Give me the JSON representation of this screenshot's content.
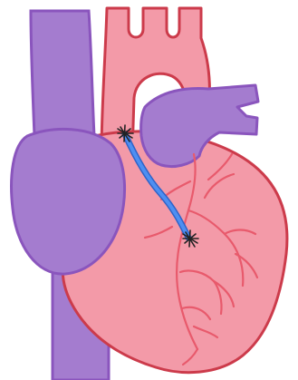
{
  "diagram": {
    "subject": "heart-bypass-illustration",
    "colors": {
      "heart_fill": "#f39aa8",
      "heart_stroke": "#cc3b4b",
      "vein_fill": "#a47ccf",
      "vein_stroke": "#8a55bd",
      "artery_line": "#e85a6c",
      "graft_fill": "#4e8ff2",
      "graft_stroke": "#2f63c8",
      "suture": "#222222"
    },
    "parts": [
      "aorta",
      "superior-vena-cava",
      "right-atrium",
      "inferior-vena-cava",
      "pulmonary-artery",
      "heart-ventricles",
      "coronary-arteries",
      "bypass-graft",
      "suture-top",
      "suture-bottom"
    ]
  }
}
